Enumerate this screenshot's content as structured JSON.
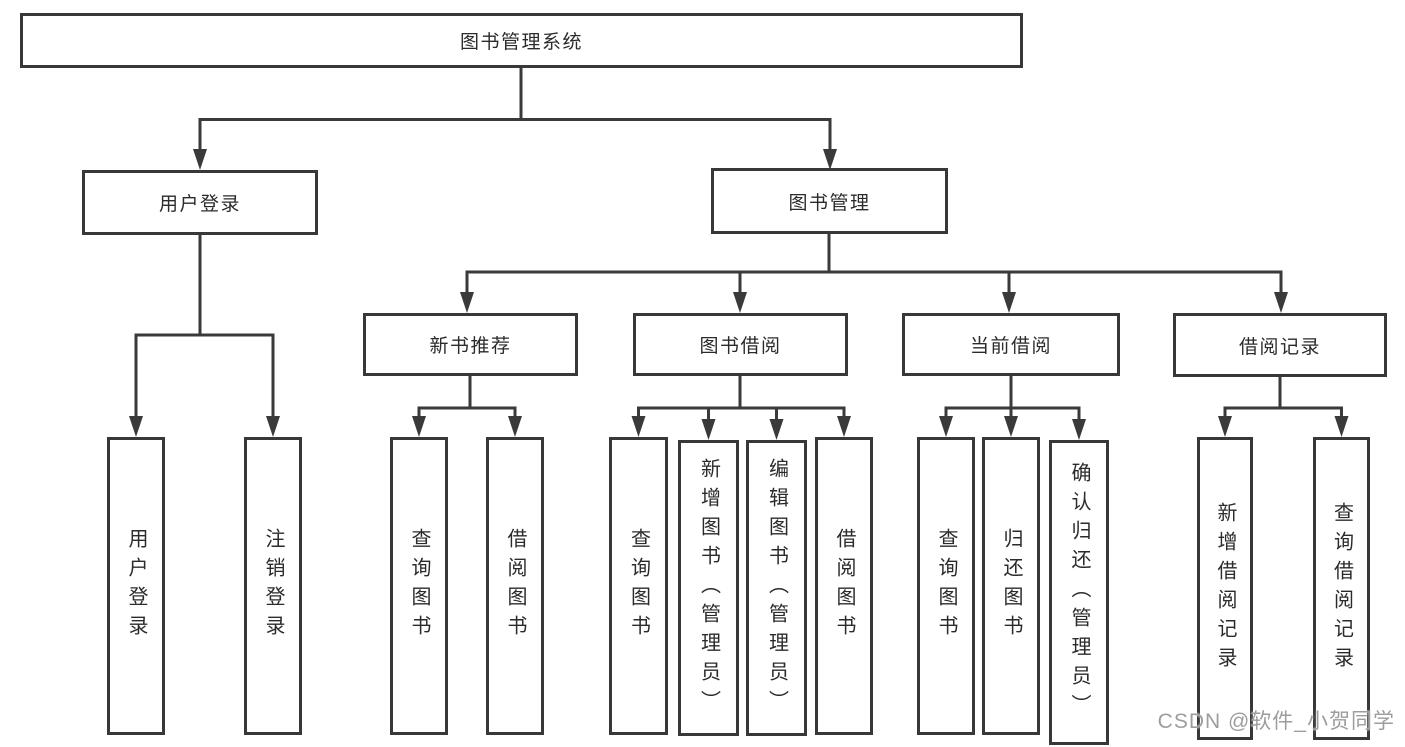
{
  "tree": {
    "root": {
      "label": "图书管理系统",
      "children": [
        {
          "label": "用户登录",
          "children": [
            {
              "label": "用户登录"
            },
            {
              "label": "注销登录"
            }
          ]
        },
        {
          "label": "图书管理",
          "children": [
            {
              "label": "新书推荐",
              "children": [
                {
                  "label": "查询图书"
                },
                {
                  "label": "借阅图书"
                }
              ]
            },
            {
              "label": "图书借阅",
              "children": [
                {
                  "label": "查询图书"
                },
                {
                  "label": "新增图书（管理员）"
                },
                {
                  "label": "编辑图书（管理员）"
                },
                {
                  "label": "借阅图书"
                }
              ]
            },
            {
              "label": "当前借阅",
              "children": [
                {
                  "label": "查询图书"
                },
                {
                  "label": "归还图书"
                },
                {
                  "label": "确认归还（管理员）"
                }
              ]
            },
            {
              "label": "借阅记录",
              "children": [
                {
                  "label": "新增借阅记录"
                },
                {
                  "label": "查询借阅记录"
                }
              ]
            }
          ]
        }
      ]
    }
  },
  "watermark": {
    "text": "CSDN @软件_小贺同学"
  },
  "colors": {
    "line": "#3a3a3a",
    "box_border": "#383838",
    "text": "#2b2b2b",
    "watermark": "#9d9d9d",
    "background": "#ffffff"
  }
}
